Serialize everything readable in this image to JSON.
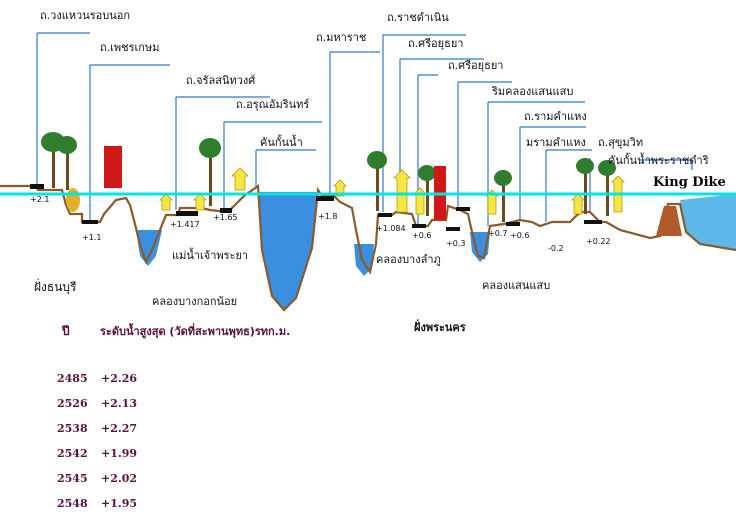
{
  "roads": {
    "r1": "ถ.วงแหวนรอบนอก",
    "r2": "ถ.เพชรเกษม",
    "r3": "ถ.จรัลสนิทวงศ์",
    "r4": "ถ.อรุณอัมรินทร์",
    "r5": "คันกั้นน้ำ",
    "r6": "ถ.มหาราช",
    "r7": "ถ.ราชดำเนิน",
    "r8": "ถ.ศรีอยุธยา",
    "r9": "ถ.ศรีอยุธยา",
    "r10": "ริมคลองแสนแสบ",
    "r11": "ถ.รามคำแหง",
    "r12": "มรามคำแหง",
    "r13": "ถ.สุขุมวิท",
    "r14": "คันกั้นน้ำพระราชดำริ"
  },
  "water_labels": {
    "chao_phraya": "แม่น้ำเจ้าพระยา",
    "bangkok_noi": "คลองบางกอกน้อย",
    "bang_lamphu": "คลองบางลำภู",
    "saen_saep": "คลองแสนแสบ"
  },
  "elevations": {
    "e1": "+2.1",
    "e2": "+1.1",
    "e3": "+1.417",
    "e4": "+1.65",
    "e5": "+1.8",
    "e6": "+1.084",
    "e7": "+0.6",
    "e8": "+0.3",
    "e9": "+0.7",
    "e10": "+0.6",
    "e11": "-0.2",
    "e12": "+0.22"
  },
  "sides": {
    "thonburi": "ฝั่งธนบุรี",
    "phranakhon": "ฝั่งพระนคร"
  },
  "dike_label": "King Dike",
  "table": {
    "year_header": "ปี",
    "level_header": "ระดับน้ำสูงสุด (วัดที่สะพานพุทธ)รทก.ม.",
    "rows": [
      {
        "year": "2485",
        "level": "+2.26"
      },
      {
        "year": "2526",
        "level": "+2.13"
      },
      {
        "year": "2538",
        "level": "+2.27"
      },
      {
        "year": "2542",
        "level": "+1.99"
      },
      {
        "year": "2545",
        "level": "+2.02"
      },
      {
        "year": "2548",
        "level": "+1.95"
      }
    ]
  },
  "colors": {
    "ground": "#8a5a2b",
    "water": "#3a8fe0",
    "flood_line": "#00e5e5",
    "leader_line": "#3377cc",
    "tree_green": "#2f7d2f",
    "house_yellow": "#f5e642",
    "building_red": "#d01818",
    "text_header": "#5a1040"
  }
}
